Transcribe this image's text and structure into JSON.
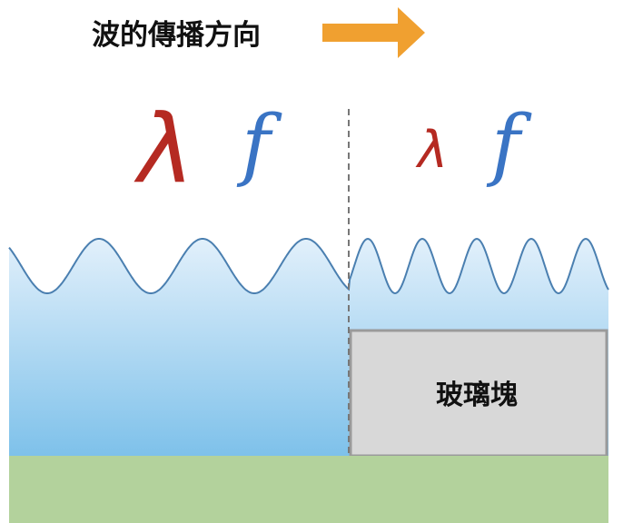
{
  "title": "波的傳播方向",
  "left_region": {
    "wavelength_symbol": "λ",
    "frequency_symbol": "f"
  },
  "right_region": {
    "wavelength_symbol": "λ",
    "frequency_symbol": "f"
  },
  "glass_block_label": "玻璃塊",
  "colors": {
    "arrow": "#f0a030",
    "lambda": "#b52a22",
    "frequency": "#3a74c4",
    "water_top": "#e2f0fb",
    "water_bottom": "#7ec1ea",
    "wave_line": "#4a7fb0",
    "glass_fill": "#d8d8d8",
    "glass_border": "#9a9a9a",
    "ground": "#b3d29c",
    "divider": "#777777"
  },
  "icons": {
    "direction_arrow": "arrow-right-icon"
  }
}
